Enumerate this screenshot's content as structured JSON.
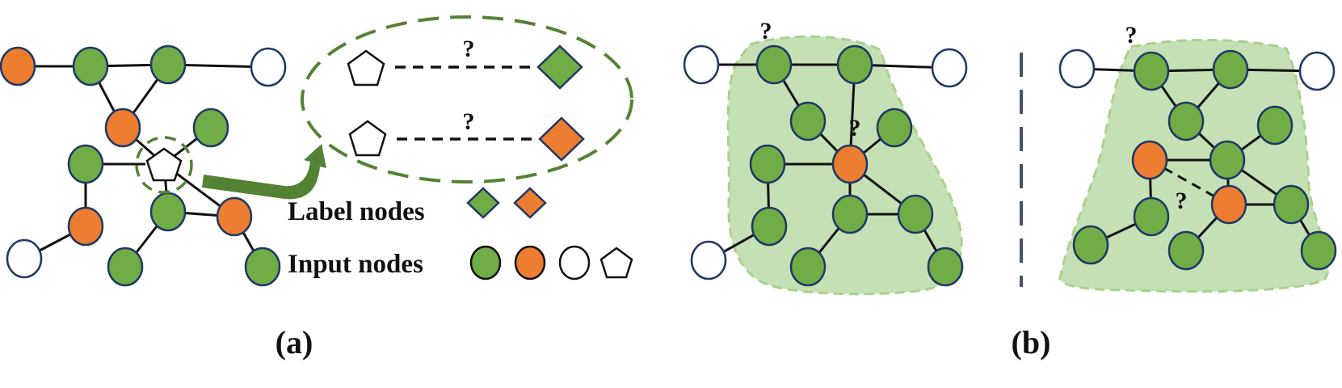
{
  "colors": {
    "green": "#70AD47",
    "orange": "#ED7D31",
    "stroke": "#1F3864",
    "region": "#C5E0B4",
    "region_edge": "#A9D18E",
    "dashed_ring": "#548235",
    "divider": "#44546A"
  },
  "panel_a": {
    "caption": "(a)",
    "question_marks": [
      "?",
      "?"
    ],
    "legend": {
      "label_nodes": "Label nodes",
      "input_nodes": "Input nodes"
    }
  },
  "panel_b": {
    "caption": "(b)",
    "question_marks": [
      "?",
      "?",
      "?",
      "?"
    ]
  }
}
